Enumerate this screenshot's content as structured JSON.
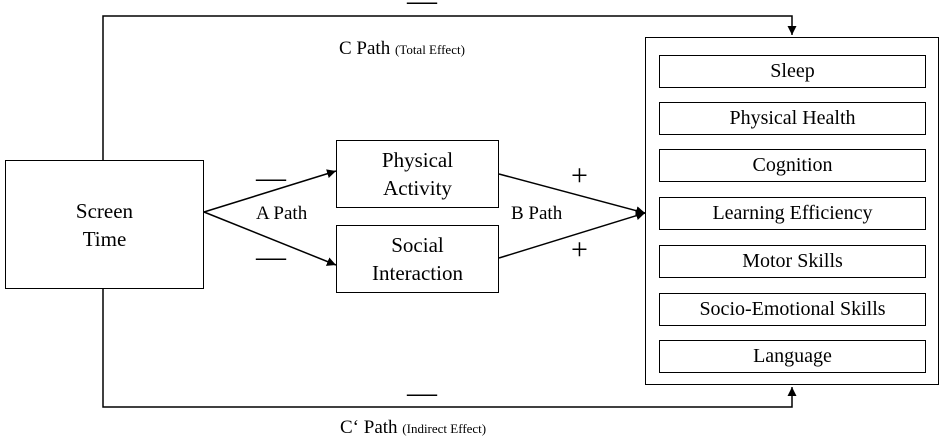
{
  "nodes": {
    "screen_time": "Screen\nTime",
    "physical_activity": "Physical\nActivity",
    "social_interaction": "Social\nInteraction"
  },
  "outcomes": [
    "Sleep",
    "Physical Health",
    "Cognition",
    "Learning Efficiency",
    "Motor Skills",
    "Socio-Emotional Skills",
    "Language"
  ],
  "paths": {
    "c_main": "C Path",
    "c_sub": "(Total Effect)",
    "cprime_main": "C‘ Path",
    "cprime_sub": "(Indirect Effect)",
    "a": "A Path",
    "b": "B Path"
  },
  "signs": {
    "c_top": "—",
    "a_upper": "—",
    "a_lower": "—",
    "b_upper": "+",
    "b_lower": "+",
    "c_bottom": "—"
  }
}
